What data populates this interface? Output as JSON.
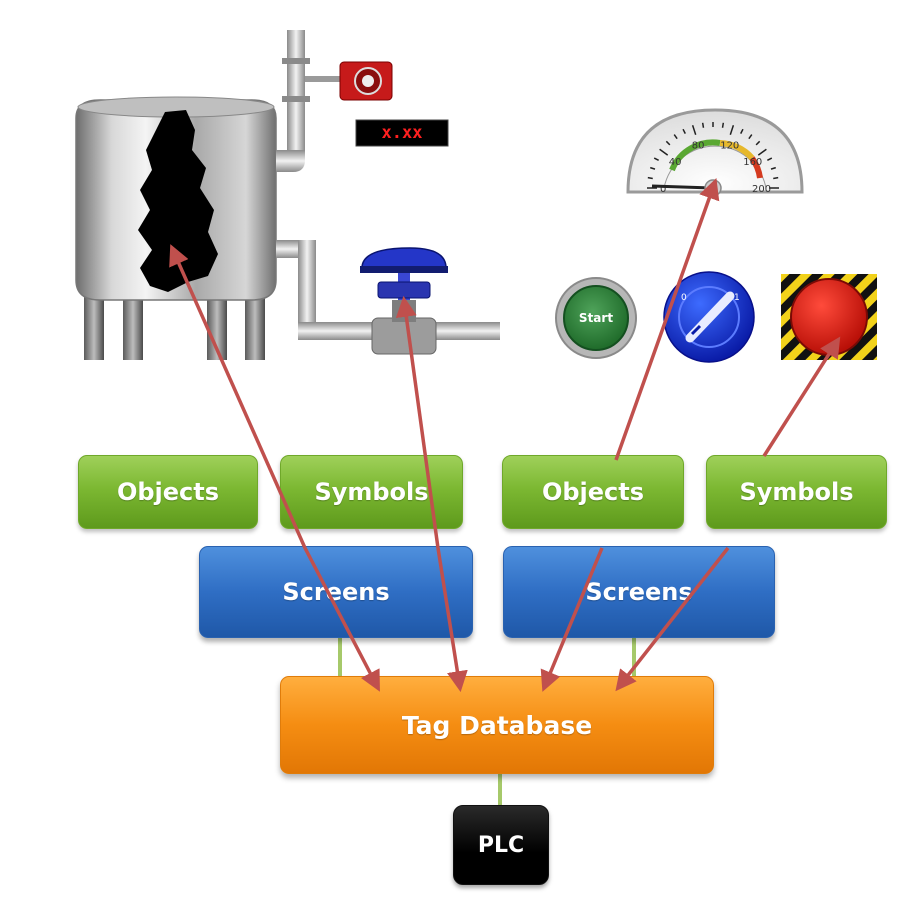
{
  "diagram": {
    "boxes": {
      "objects_left": "Objects",
      "symbols_left": "Symbols",
      "objects_right": "Objects",
      "symbols_right": "Symbols",
      "screens_left": "Screens",
      "screens_right": "Screens",
      "tag_database": "Tag Database",
      "plc": "PLC"
    },
    "widgets": {
      "digital_display": "x.xx",
      "start_button": "Start",
      "gauge_ticks": [
        "0",
        "40",
        "80",
        "120",
        "160",
        "200"
      ],
      "selector_marks": [
        "0",
        "1"
      ]
    },
    "colors": {
      "arrow": "#c0504d",
      "green_box": "#7cb832",
      "blue_box": "#2f6ec4",
      "orange_box": "#f58d12",
      "plc_box": "#000000",
      "connector": "#a6c96a",
      "display_text": "#ff2020"
    },
    "icons": [
      "tank-icon",
      "pressure-transmitter-icon",
      "digital-display-icon",
      "control-valve-icon",
      "speedometer-gauge-icon",
      "start-button-icon",
      "selector-switch-icon",
      "emergency-stop-icon"
    ]
  }
}
